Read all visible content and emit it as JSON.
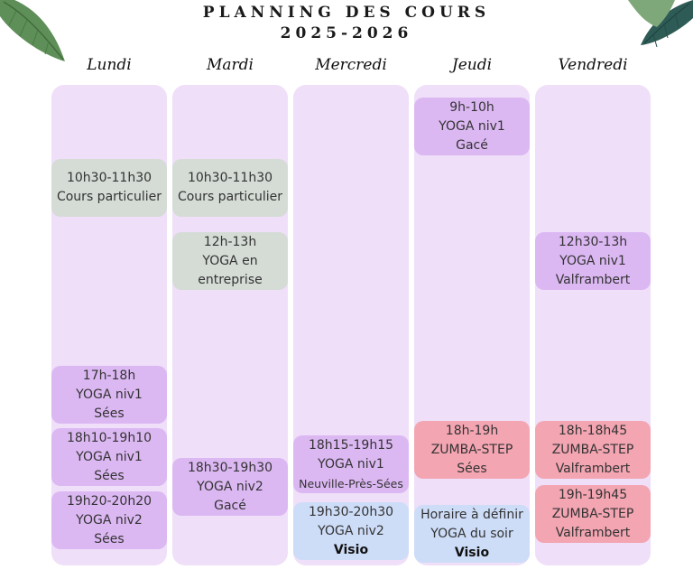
{
  "title": {
    "line1": "PLANNING DES COURS",
    "line2": "2025-2026"
  },
  "days": [
    "Lundi",
    "Mardi",
    "Mercredi",
    "Jeudi",
    "Vendredi"
  ],
  "colors": {
    "column": "#efdff8",
    "gray": "#d5dcd6",
    "purple": "#dcb8f3",
    "pink": "#f3a5b2",
    "blue": "#cddcf7"
  },
  "events": {
    "lundi": [
      {
        "time": "10h30-11h30",
        "label": "Cours particulier"
      },
      {
        "time": "17h-18h",
        "label": "YOGA niv1",
        "place": "Sées"
      },
      {
        "time": "18h10-19h10",
        "label": "YOGA niv1",
        "place": "Sées"
      },
      {
        "time": "19h20-20h20",
        "label": "YOGA niv2",
        "place": "Sées"
      }
    ],
    "mardi": [
      {
        "time": "10h30-11h30",
        "label": "Cours particulier"
      },
      {
        "time": "12h-13h",
        "label": "YOGA en",
        "place": "entreprise"
      },
      {
        "time": "18h30-19h30",
        "label": "YOGA niv2",
        "place": "Gacé"
      }
    ],
    "mercredi": [
      {
        "time": "18h15-19h15",
        "label": "YOGA niv1",
        "place": "Neuville-Près-Sées"
      },
      {
        "time": "19h30-20h30",
        "label": "YOGA niv2",
        "place": "Visio"
      }
    ],
    "jeudi": [
      {
        "time": "9h-10h",
        "label": "YOGA niv1",
        "place": "Gacé"
      },
      {
        "time": "18h-19h",
        "label": "ZUMBA-STEP",
        "place": "Sées"
      },
      {
        "time": "Horaire à définir",
        "label": "YOGA du soir",
        "place": "Visio"
      }
    ],
    "vendredi": [
      {
        "time": "12h30-13h",
        "label": "YOGA niv1",
        "place": "Valframbert"
      },
      {
        "time": "18h-18h45",
        "label": "ZUMBA-STEP",
        "place": "Valframbert"
      },
      {
        "time": "19h-19h45",
        "label": "ZUMBA-STEP",
        "place": "Valframbert"
      }
    ]
  }
}
